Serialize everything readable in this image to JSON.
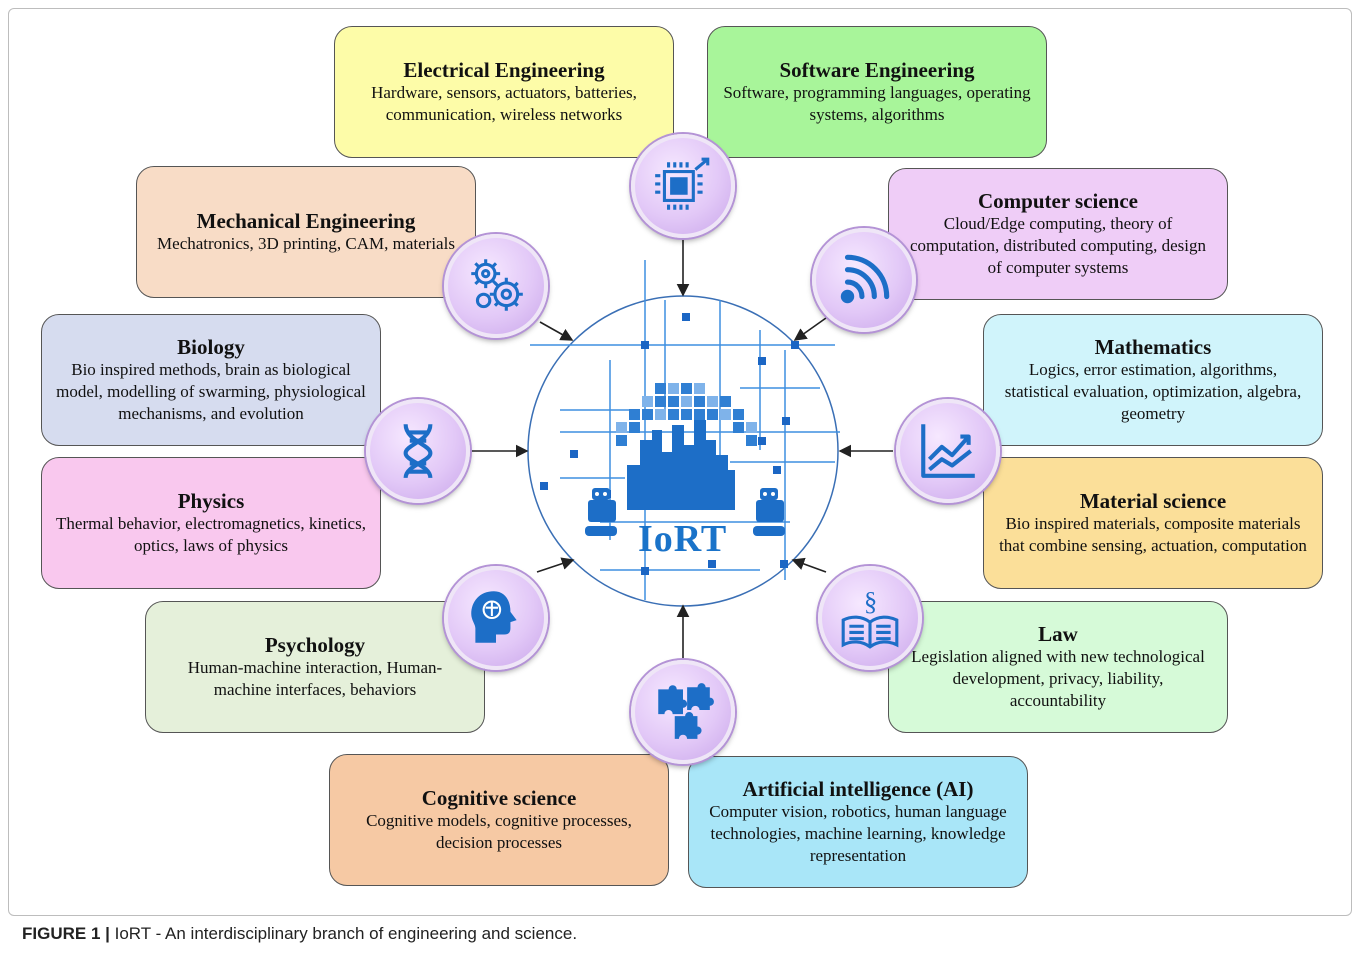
{
  "caption": {
    "label": "FIGURE 1 |",
    "text": "IoRT - An interdisciplinary branch of engineering and science."
  },
  "center": {
    "label": "IoRT"
  },
  "boxes": {
    "electrical": {
      "title": "Electrical Engineering",
      "desc": "Hardware, sensors, actuators, batteries, communication, wireless networks",
      "color": "#fdfca8"
    },
    "software": {
      "title": "Software Engineering",
      "desc": "Software, programming languages, operating systems, algorithms",
      "color": "#a8f59a"
    },
    "mechanical": {
      "title": "Mechanical Engineering",
      "desc": "Mechatronics, 3D printing, CAM, materials",
      "color": "#f8dcc6"
    },
    "computer": {
      "title": "Computer science",
      "desc": "Cloud/Edge computing, theory of computation, distributed computing, design of computer systems",
      "color": "#efcdf7"
    },
    "biology": {
      "title": "Biology",
      "desc": "Bio inspired methods, brain as biological model, modelling of swarming, physiological mechanisms, and evolution",
      "color": "#d6dcef"
    },
    "mathematics": {
      "title": "Mathematics",
      "desc": "Logics, error estimation, algorithms, statistical evaluation, optimization, algebra, geometry",
      "color": "#d0f4fb"
    },
    "physics": {
      "title": "Physics",
      "desc": "Thermal behavior, electromagnetics, kinetics, optics, laws of physics",
      "color": "#f9c8ee"
    },
    "material": {
      "title": "Material science",
      "desc": "Bio inspired materials, composite materials that combine sensing, actuation, computation",
      "color": "#fbdf99"
    },
    "psychology": {
      "title": "Psychology",
      "desc": "Human-machine interaction, Human-machine interfaces, behaviors",
      "color": "#e5f0da"
    },
    "law": {
      "title": "Law",
      "desc": "Legislation aligned with new technological development, privacy, liability, accountability",
      "color": "#d6fad8"
    },
    "cognitive": {
      "title": "Cognitive science",
      "desc": "Cognitive models, cognitive processes, decision processes",
      "color": "#f6c9a4"
    },
    "ai": {
      "title": "Artificial intelligence (AI)",
      "desc": "Computer vision, robotics, human language technologies, machine learning, knowledge representation",
      "color": "#a9e6f8"
    }
  },
  "icons": [
    "chip-icon",
    "wifi-icon",
    "gears-icon",
    "trend-chart-icon",
    "dna-icon",
    "brain-head-icon",
    "law-book-icon",
    "puzzle-icon",
    "robot-icon",
    "city-icon"
  ],
  "colors": {
    "accent": "#1a73c9",
    "circle": "#d9bff2"
  }
}
